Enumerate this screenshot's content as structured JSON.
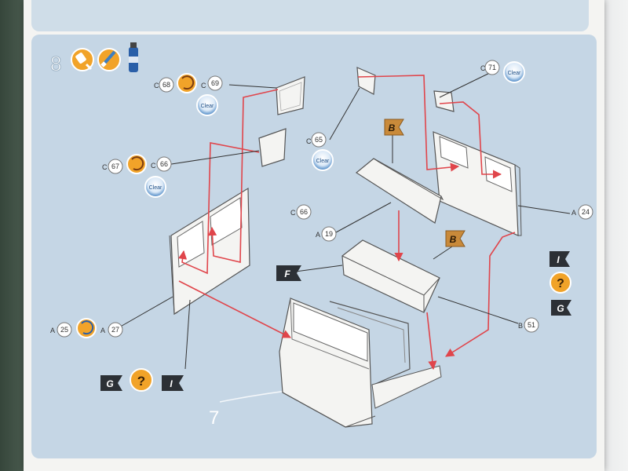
{
  "step": {
    "number": "8",
    "previous_step": "7"
  },
  "labels": {
    "clear": "Clear"
  },
  "callouts": [
    {
      "letter": "C",
      "num": "68",
      "paint": "mix",
      "letter2": "C",
      "num2": "69",
      "clear": true
    },
    {
      "letter": "C",
      "num": "67",
      "paint": "mix",
      "letter2": "C",
      "num2": "66",
      "clear": true
    },
    {
      "letter": "C",
      "num": "65",
      "clear": true
    },
    {
      "letter": "C",
      "num": "71",
      "clear": true
    },
    {
      "letter": "C",
      "num": "66"
    },
    {
      "letter": "A",
      "num": "19"
    },
    {
      "letter": "A",
      "num": "24"
    },
    {
      "letter": "B",
      "num": "51"
    },
    {
      "letter": "A",
      "num": "25",
      "paint": "mix",
      "letter2": "A",
      "num2": "27"
    }
  ],
  "decal_flags": [
    "B",
    "B",
    "F",
    "I",
    "G",
    "G",
    "I"
  ],
  "help_symbol": "?",
  "colors": {
    "panel": "#c5d6e5",
    "assembly_line": "#e0454b",
    "leader_line": "#333333",
    "flag_orange": "#c98a3a",
    "flag_dark": "#2c3035",
    "paint_orange": "#f1a329",
    "clear_blue": "#3e7fc1"
  },
  "icons": [
    "glue-icon",
    "paint-icon",
    "spray-can-icon",
    "help-icon"
  ]
}
